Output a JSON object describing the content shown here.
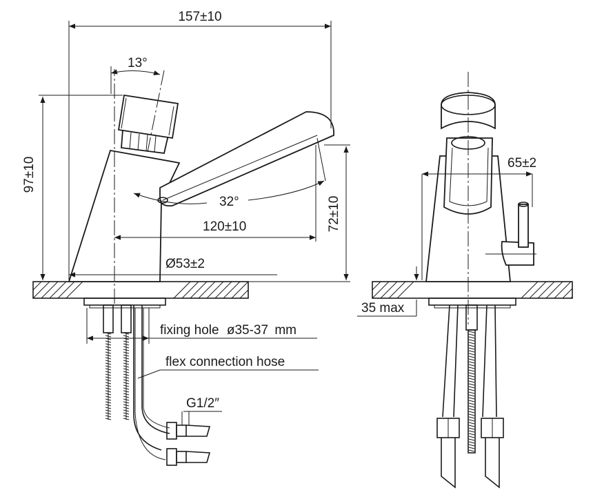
{
  "dimensions": {
    "overall_width": "157±10",
    "handle_tilt": "13°",
    "total_height": "97±10",
    "spout_angle": "32°",
    "spout_reach": "120±10",
    "spout_height": "72±10",
    "base_diameter": "Ø53±2",
    "side_width": "65±2",
    "deck_thickness": "35 max"
  },
  "callouts": {
    "fixing_hole_label": "fixing hole",
    "fixing_hole_value": "ø35-37",
    "fixing_hole_unit": "mm",
    "hose_label": "flex connection hose",
    "thread_label": "G1/2″"
  }
}
